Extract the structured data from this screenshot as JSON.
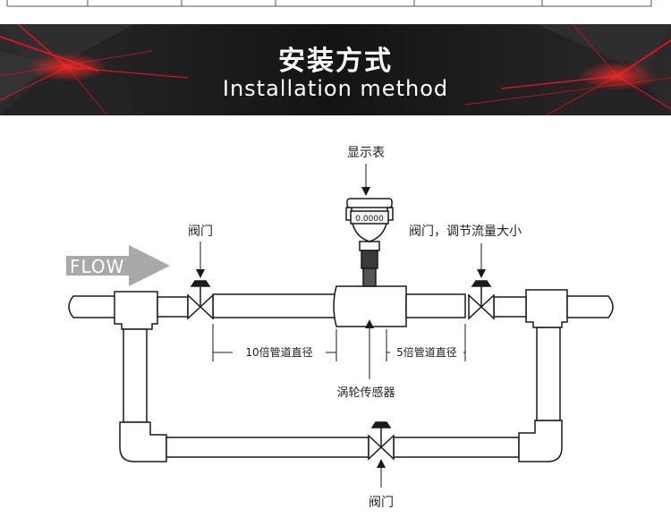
{
  "banner": {
    "title": "安装方式",
    "subtitle": "Installation method"
  },
  "diagram": {
    "flow_label": "FLOW",
    "display_label": "显示表",
    "display_reading": "0.0000",
    "valve_left_label": "阀门",
    "valve_right_label": "阀门，调节流量大小",
    "dimension_upstream": "10倍管道直径",
    "dimension_downstream": "5倍管道直径",
    "sensor_label": "涡轮传感器",
    "valve_bypass_label": "阀门"
  },
  "colors": {
    "banner_bg": "#1b1b1b",
    "banner_accent": "#d8141c",
    "pipe_stroke": "#1a1a1a",
    "flow_arrow": "#a9a9a9"
  }
}
